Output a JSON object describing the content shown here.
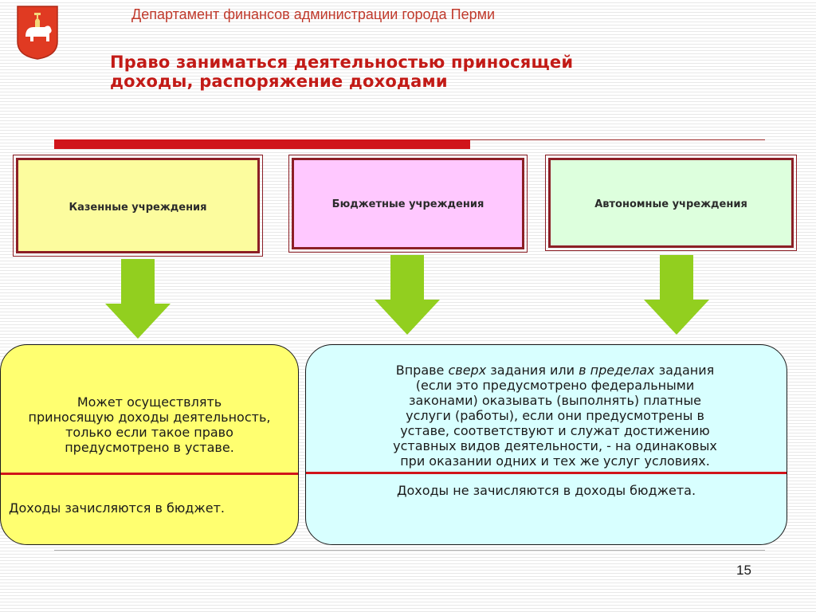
{
  "header": {
    "department": "Департамент финансов администрации города Перми",
    "title_line1": "Право заниматься деятельностью приносящей",
    "title_line2": "доходы, распоряжение доходами"
  },
  "institutions": [
    {
      "label": "Казенные учреждения",
      "color": "#fcfc9e"
    },
    {
      "label": "Бюджетные учреждения",
      "color": "#ffc8ff"
    },
    {
      "label": "Автономные учреждения",
      "color": "#ddffdd"
    }
  ],
  "arrow_color": "#92cf1f",
  "accent_color": "#d0141a",
  "panels": {
    "left": {
      "lines": [
        "Может осуществлять",
        "приносящую доходы деятельность,",
        "только если такое право",
        "предусмотрено в уставе."
      ],
      "note": "Доходы зачисляются в бюджет."
    },
    "right": {
      "line1_part1": "Вправе ",
      "line1_italic1": "сверх",
      "line1_part2": " задания или ",
      "line1_italic2": "в пределах",
      "line1_part3": " задания",
      "lines": [
        "(если это предусмотрено федеральными",
        "законами) оказывать (выполнять) платные",
        "услуги (работы), если они предусмотрены в",
        "уставе, соответствуют и служат достижению",
        "уставных видов деятельности, - на одинаковых",
        "при оказании одних и тех же услуг условиях."
      ],
      "note": "Доходы не зачисляются в доходы бюджета."
    }
  },
  "page_number": "15"
}
